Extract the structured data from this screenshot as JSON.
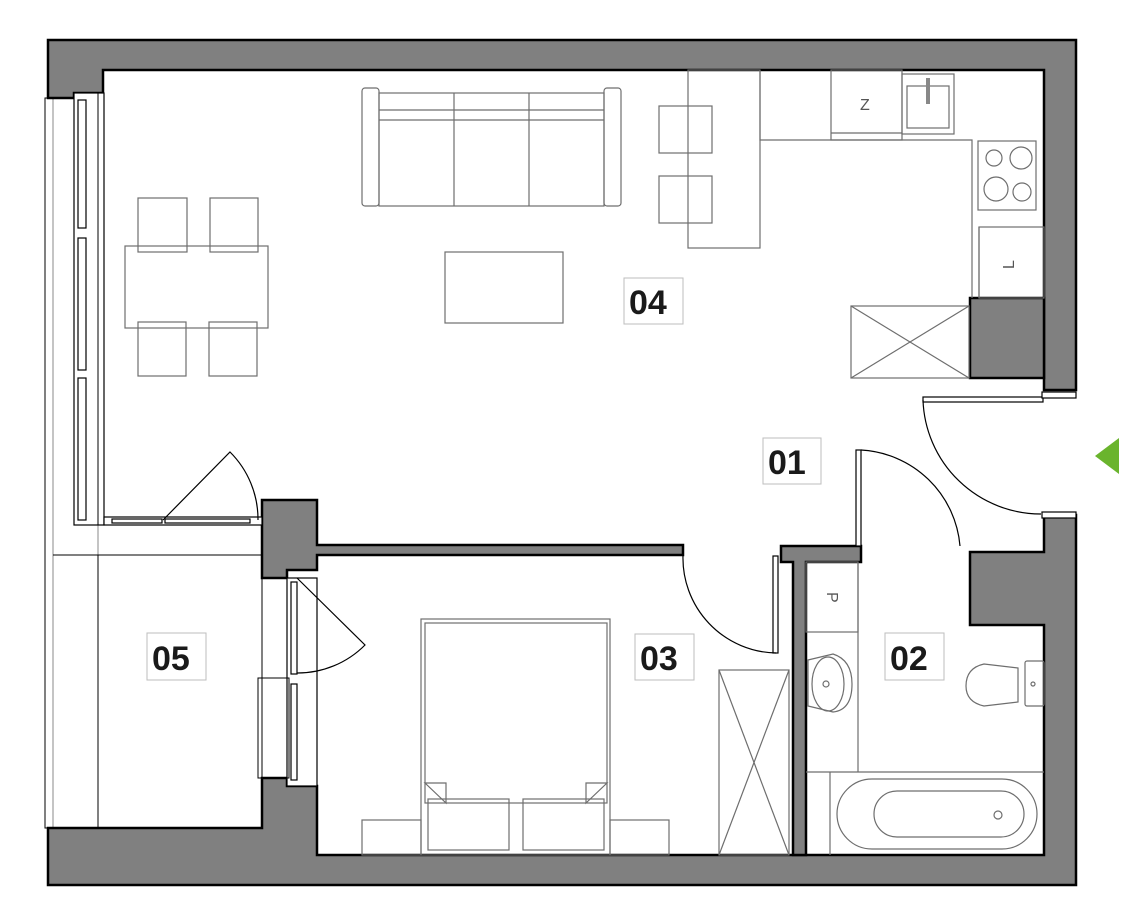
{
  "plan": {
    "type": "apartment-floor-plan",
    "rooms": [
      {
        "id": "01",
        "label": "01",
        "name": "hall"
      },
      {
        "id": "02",
        "label": "02",
        "name": "bathroom"
      },
      {
        "id": "03",
        "label": "03",
        "name": "bedroom"
      },
      {
        "id": "04",
        "label": "04",
        "name": "living-room-kitchen"
      },
      {
        "id": "05",
        "label": "05",
        "name": "balcony"
      }
    ],
    "appliance_marks": {
      "fridge": "Z",
      "dishwasher": "L",
      "washing_machine": "P"
    },
    "entrance": {
      "icon": "entrance-arrow-icon",
      "color": "#6ab42d"
    },
    "colors": {
      "wall_fill": "#808080",
      "wall_outline": "#000000",
      "furniture": "#6e6e6e",
      "label_border": "#bdbdbd"
    }
  }
}
